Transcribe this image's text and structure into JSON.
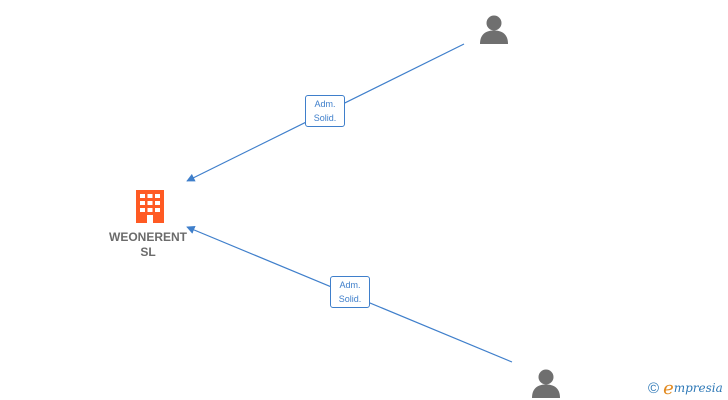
{
  "company": {
    "name_line1": "WEONERENT",
    "name_line2": "SL",
    "icon": "building-icon",
    "color": "#ff5a23"
  },
  "persons": [
    {
      "icon": "person-icon"
    },
    {
      "icon": "person-icon"
    }
  ],
  "relations": [
    {
      "from": "person-1",
      "to": "company",
      "role_line1": "Adm.",
      "role_line2": "Solid."
    },
    {
      "from": "person-2",
      "to": "company",
      "role_line1": "Adm.",
      "role_line2": "Solid."
    }
  ],
  "colors": {
    "edge": "#3f7fcb",
    "person": "#6f6f6f",
    "label": "#6b6b6b"
  },
  "brand": {
    "copyright": "©",
    "name_first": "e",
    "name_rest": "mpresia"
  }
}
